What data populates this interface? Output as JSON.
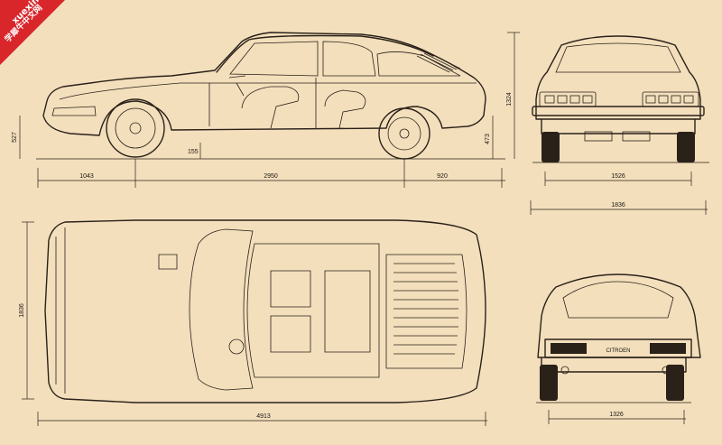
{
  "watermark": {
    "site": "xuexiniu",
    "caption": "学犀牛中文网",
    "color": "#d8262b"
  },
  "side_view": {
    "overall_height": "1324",
    "front_wheel_height": "527",
    "rear_wheel_height": "473",
    "clearance": "155",
    "front_overhang": "1043",
    "wheelbase": "2950",
    "rear_overhang": "920"
  },
  "front_view": {
    "track": "1526",
    "width": "1836"
  },
  "top_view": {
    "width": "1836",
    "length": "4913"
  },
  "rear_view": {
    "track": "1326",
    "badge": "CITROEN"
  },
  "colors": {
    "paper": "#f3dfbc",
    "ink": "#2a2119"
  }
}
